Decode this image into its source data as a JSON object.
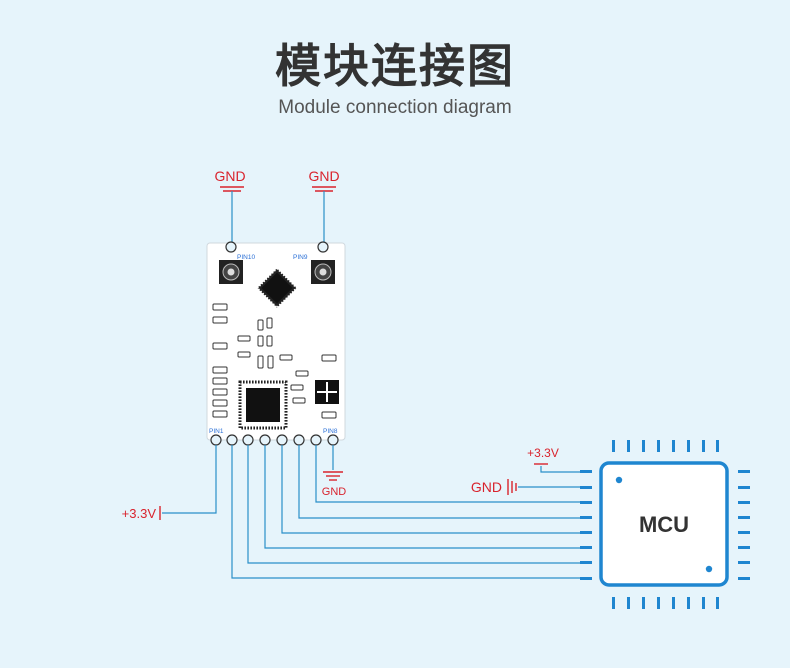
{
  "header": {
    "title": "模块连接图",
    "subtitle": "Module connection diagram"
  },
  "labels": {
    "gnd_left": "GND",
    "gnd_right": "GND",
    "gnd_bottom": "GND",
    "gnd_mcu": "GND",
    "vcc_left": "+3.3V",
    "vcc_mcu": "+3.3V",
    "pin10": "PIN10",
    "pin9": "PIN9",
    "pin1": "PIN1",
    "pin8": "PIN8",
    "mcu": "MCU"
  },
  "colors": {
    "background": "#e6f4fb",
    "wire": "#2a8fc9",
    "gnd_wire": "#d9232d",
    "label_red": "#d9232d",
    "pin_label": "#2a6fd6",
    "mcu_border": "#1f86d0",
    "module_body": "#ffffff"
  }
}
